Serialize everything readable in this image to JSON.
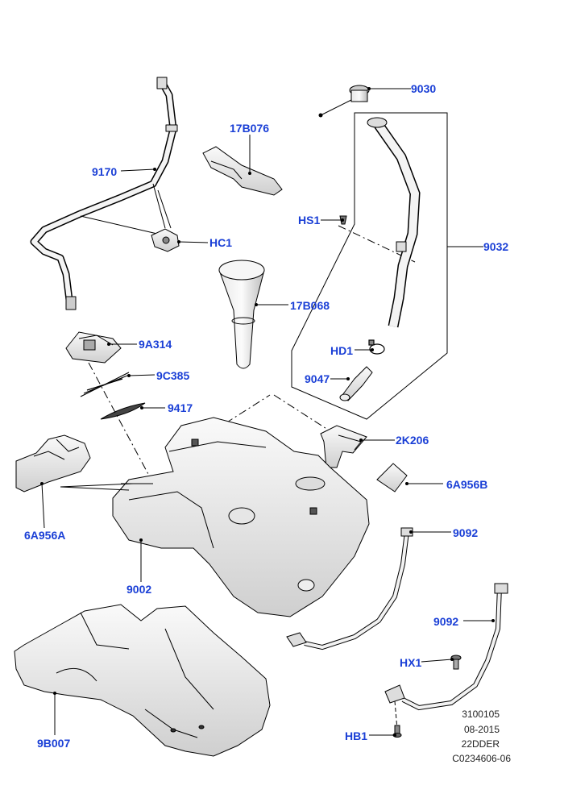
{
  "callouts": {
    "c9030": "9030",
    "c9170": "9170",
    "c17B076": "17B076",
    "cHS1": "HS1",
    "c9032": "9032",
    "cHC1": "HC1",
    "c17B068": "17B068",
    "c9A314": "9A314",
    "cHD1": "HD1",
    "c9C385": "9C385",
    "c9047": "9047",
    "c9417": "9417",
    "c2K206": "2K206",
    "c6A956B": "6A956B",
    "c6A956A": "6A956A",
    "c9092a": "9092",
    "c9002": "9002",
    "c9092b": "9092",
    "cHX1": "HX1",
    "c9B007": "9B007",
    "cHB1": "HB1"
  },
  "reference": {
    "line1": "3100105",
    "line2": "08-2015",
    "line3": "22DDER",
    "line4": "C0234606-06"
  },
  "colors": {
    "callout": "#1a3fd6",
    "line": "#000000",
    "part_fill": "#f2f2f2",
    "part_shade": "#c8c8c8"
  }
}
